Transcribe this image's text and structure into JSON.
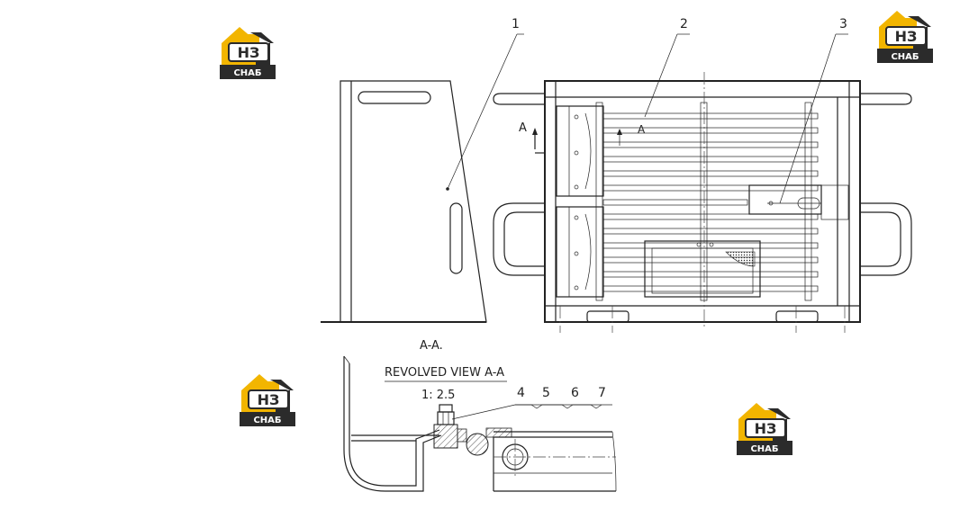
{
  "callouts": {
    "c1": "1",
    "c2": "2",
    "c3": "3",
    "c4": "4",
    "c5": "5",
    "c6": "6",
    "c7": "7"
  },
  "section": {
    "marker": "A",
    "marker_inner": "A",
    "view_label": "A-A.",
    "title": "REVOLVED VIEW A-A",
    "scale": "1: 2.5"
  },
  "logo": {
    "letters": "НЗ",
    "caption": "СНАБ",
    "color_yellow": "#f2b500",
    "color_dark": "#2b2b2b"
  }
}
